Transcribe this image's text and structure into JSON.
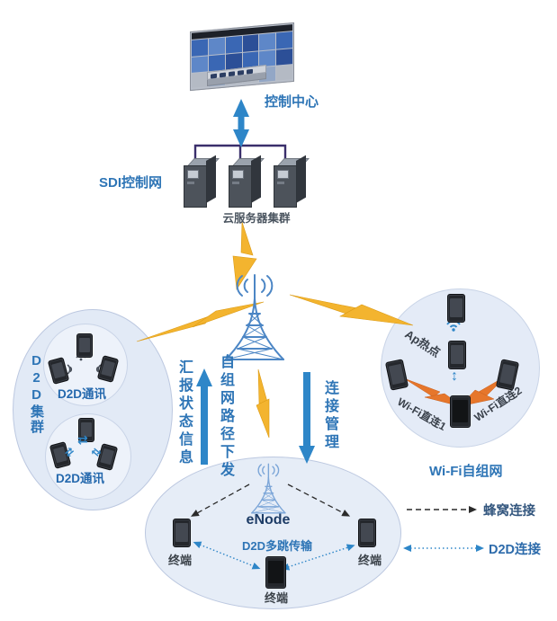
{
  "colors": {
    "accent_blue": "#2e86c8",
    "label_blue": "#2e75b6",
    "dark_navy_text": "#1d3c66",
    "lightning_gold": "#f3b42f",
    "lightning_orange": "#e6762b",
    "connector_purple": "#3a2f6b",
    "ellipse_fill": "#e6edf8",
    "ellipse_border": "#bcc8e0",
    "dashed_line_black": "#2b2b2b"
  },
  "control_center": {
    "label": "控制中心"
  },
  "control_network": {
    "label": "SDI控制网",
    "cluster_label": "云服务器集群"
  },
  "base_station": {
    "report_label": "汇报状态信息",
    "dispatch_label": "自组网路径下发",
    "manage_label": "连接管理"
  },
  "d2d_cluster": {
    "label": "D2D集群",
    "group1_label": "D2D通讯",
    "group2_label": "D2D通讯"
  },
  "wifi_adhoc": {
    "label": "Wi-Fi自组网",
    "ap_label": "Ap热点",
    "direct1_label": "Wi-Fi直连1",
    "direct2_label": "Wi-Fi直连2"
  },
  "enode_cell": {
    "label": "eNode",
    "multihop_label": "D2D多跳传输",
    "terminal_left_label": "终端",
    "terminal_right_label": "终端",
    "terminal_bottom_label": "终端"
  },
  "legend": {
    "cellular_label": "蜂窝连接",
    "d2d_label": "D2D连接"
  },
  "icons": {
    "d2d_exchange_glyph": "⇄",
    "wifi_updown_glyph": "↕"
  }
}
